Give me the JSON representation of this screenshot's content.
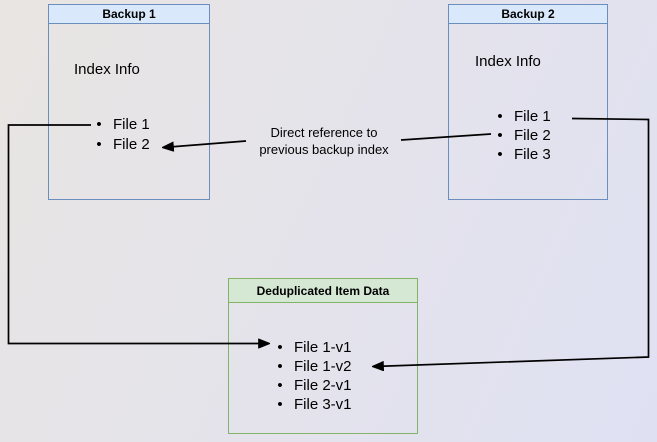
{
  "diagram": {
    "bullet_glyph": "•",
    "nodes": {
      "backup1": {
        "title": "Backup 1",
        "body_text": "Index Info",
        "items": [
          "File 1",
          "File 2"
        ]
      },
      "backup2": {
        "title": "Backup 2",
        "body_text": "Index Info",
        "items": [
          "File 1",
          "File 2",
          "File 3"
        ]
      },
      "dedup_store": {
        "title": "Deduplicated Item Data",
        "items": [
          "File 1-v1",
          "File 1-v2",
          "File 2-v1",
          "File 3-v1"
        ]
      }
    },
    "edge_label": {
      "lines": [
        "Direct reference to",
        "previous backup index"
      ]
    }
  },
  "colors": {
    "background_gradient_start": "#e8e5e2",
    "background_gradient_end": "#dfe1f3",
    "node_blue_fill": "#dae8fc",
    "node_blue_border": "#6c8ebf",
    "node_green_fill": "#d5e8d4",
    "node_green_border": "#82b366",
    "connector_color": "#000000",
    "text_color": "#000000"
  }
}
